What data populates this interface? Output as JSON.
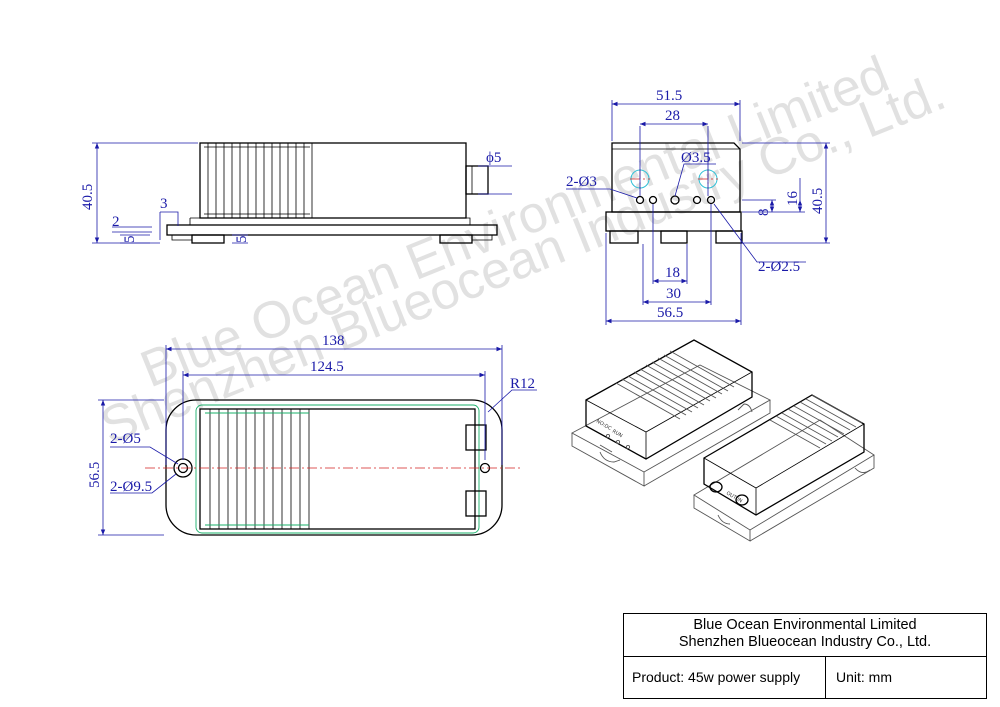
{
  "watermark": {
    "line1": "Blue Ocean Environmental Limited",
    "line2": "Shenzhen Blueocean Industry Co., Ltd."
  },
  "side_view": {
    "height": "40.5",
    "dim_3": "3",
    "dim_2": "2",
    "dim_5_left": "5",
    "dim_5_foot": "5",
    "connector": "ϕ5"
  },
  "front_view": {
    "width_top": "51.5",
    "hole_spacing": "28",
    "center_hole": "Ø3.5",
    "left_holes": "2-Ø3",
    "right_holes": "2-Ø2.5",
    "height": "40.5",
    "h16": "16",
    "h8": "8",
    "w18": "18",
    "w30": "30",
    "base_width": "56.5"
  },
  "top_view": {
    "length": "138",
    "mount_spacing": "124.5",
    "radius": "R12",
    "hole_small": "2-Ø5",
    "hole_large": "2-Ø9.5",
    "width": "56.5"
  },
  "title_block": {
    "company_en": "Blue Ocean Environmental Limited",
    "company_cn": "Shenzhen Blueocean Industry Co., Ltd.",
    "product": "Product: 45w power supply",
    "unit": "Unit: mm"
  }
}
